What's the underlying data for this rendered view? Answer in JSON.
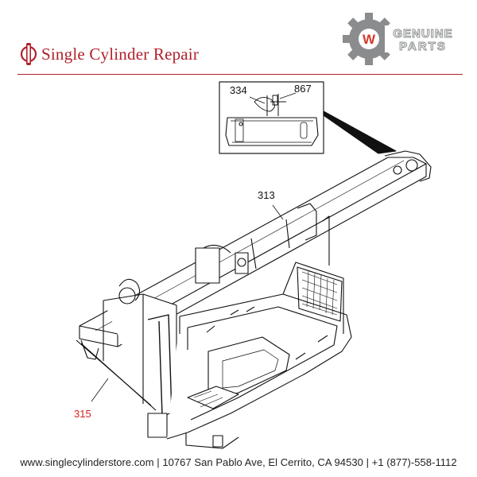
{
  "header": {
    "brand_name": "Single Cylinder Repair",
    "badge_line1": "GENUINE",
    "badge_line2": "PARTS",
    "badge_letter": "W"
  },
  "callouts": {
    "part_313": "313",
    "part_315": "315",
    "part_334": "334",
    "part_867": "867"
  },
  "footer": {
    "text": "www.singlecylinderstore.com  |  10767 San Pablo Ave, El Cerrito, CA 94530  |  +1 (877)-558-1112"
  },
  "colors": {
    "brand_red": "#b0202a",
    "callout_red": "#d32020",
    "badge_gray": "#8a8c8e"
  }
}
